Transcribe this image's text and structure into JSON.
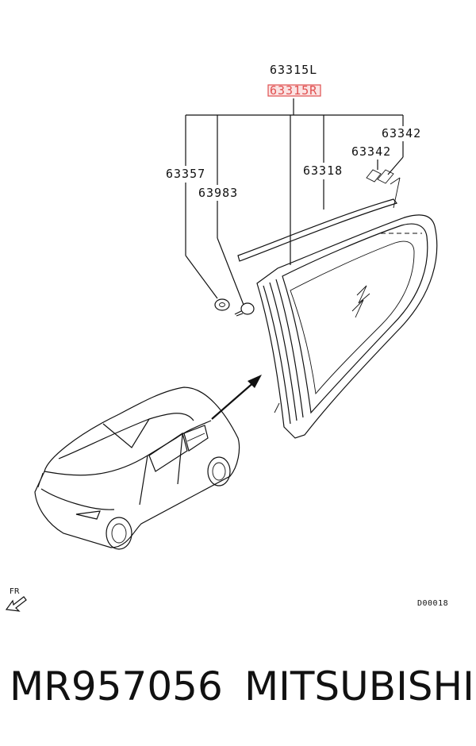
{
  "diagram": {
    "labels": {
      "assembly_l": "63315L",
      "assembly_r": "63315R",
      "part_63342_a": "63342",
      "part_63342_b": "63342",
      "part_63357": "63357",
      "part_63983": "63983",
      "part_63318": "63318"
    },
    "highlight_color": "#e05050",
    "direction_label": "FR",
    "diagram_code": "D00018"
  },
  "footer": {
    "part_number": "MR957056",
    "brand": "MITSUBISHI"
  }
}
